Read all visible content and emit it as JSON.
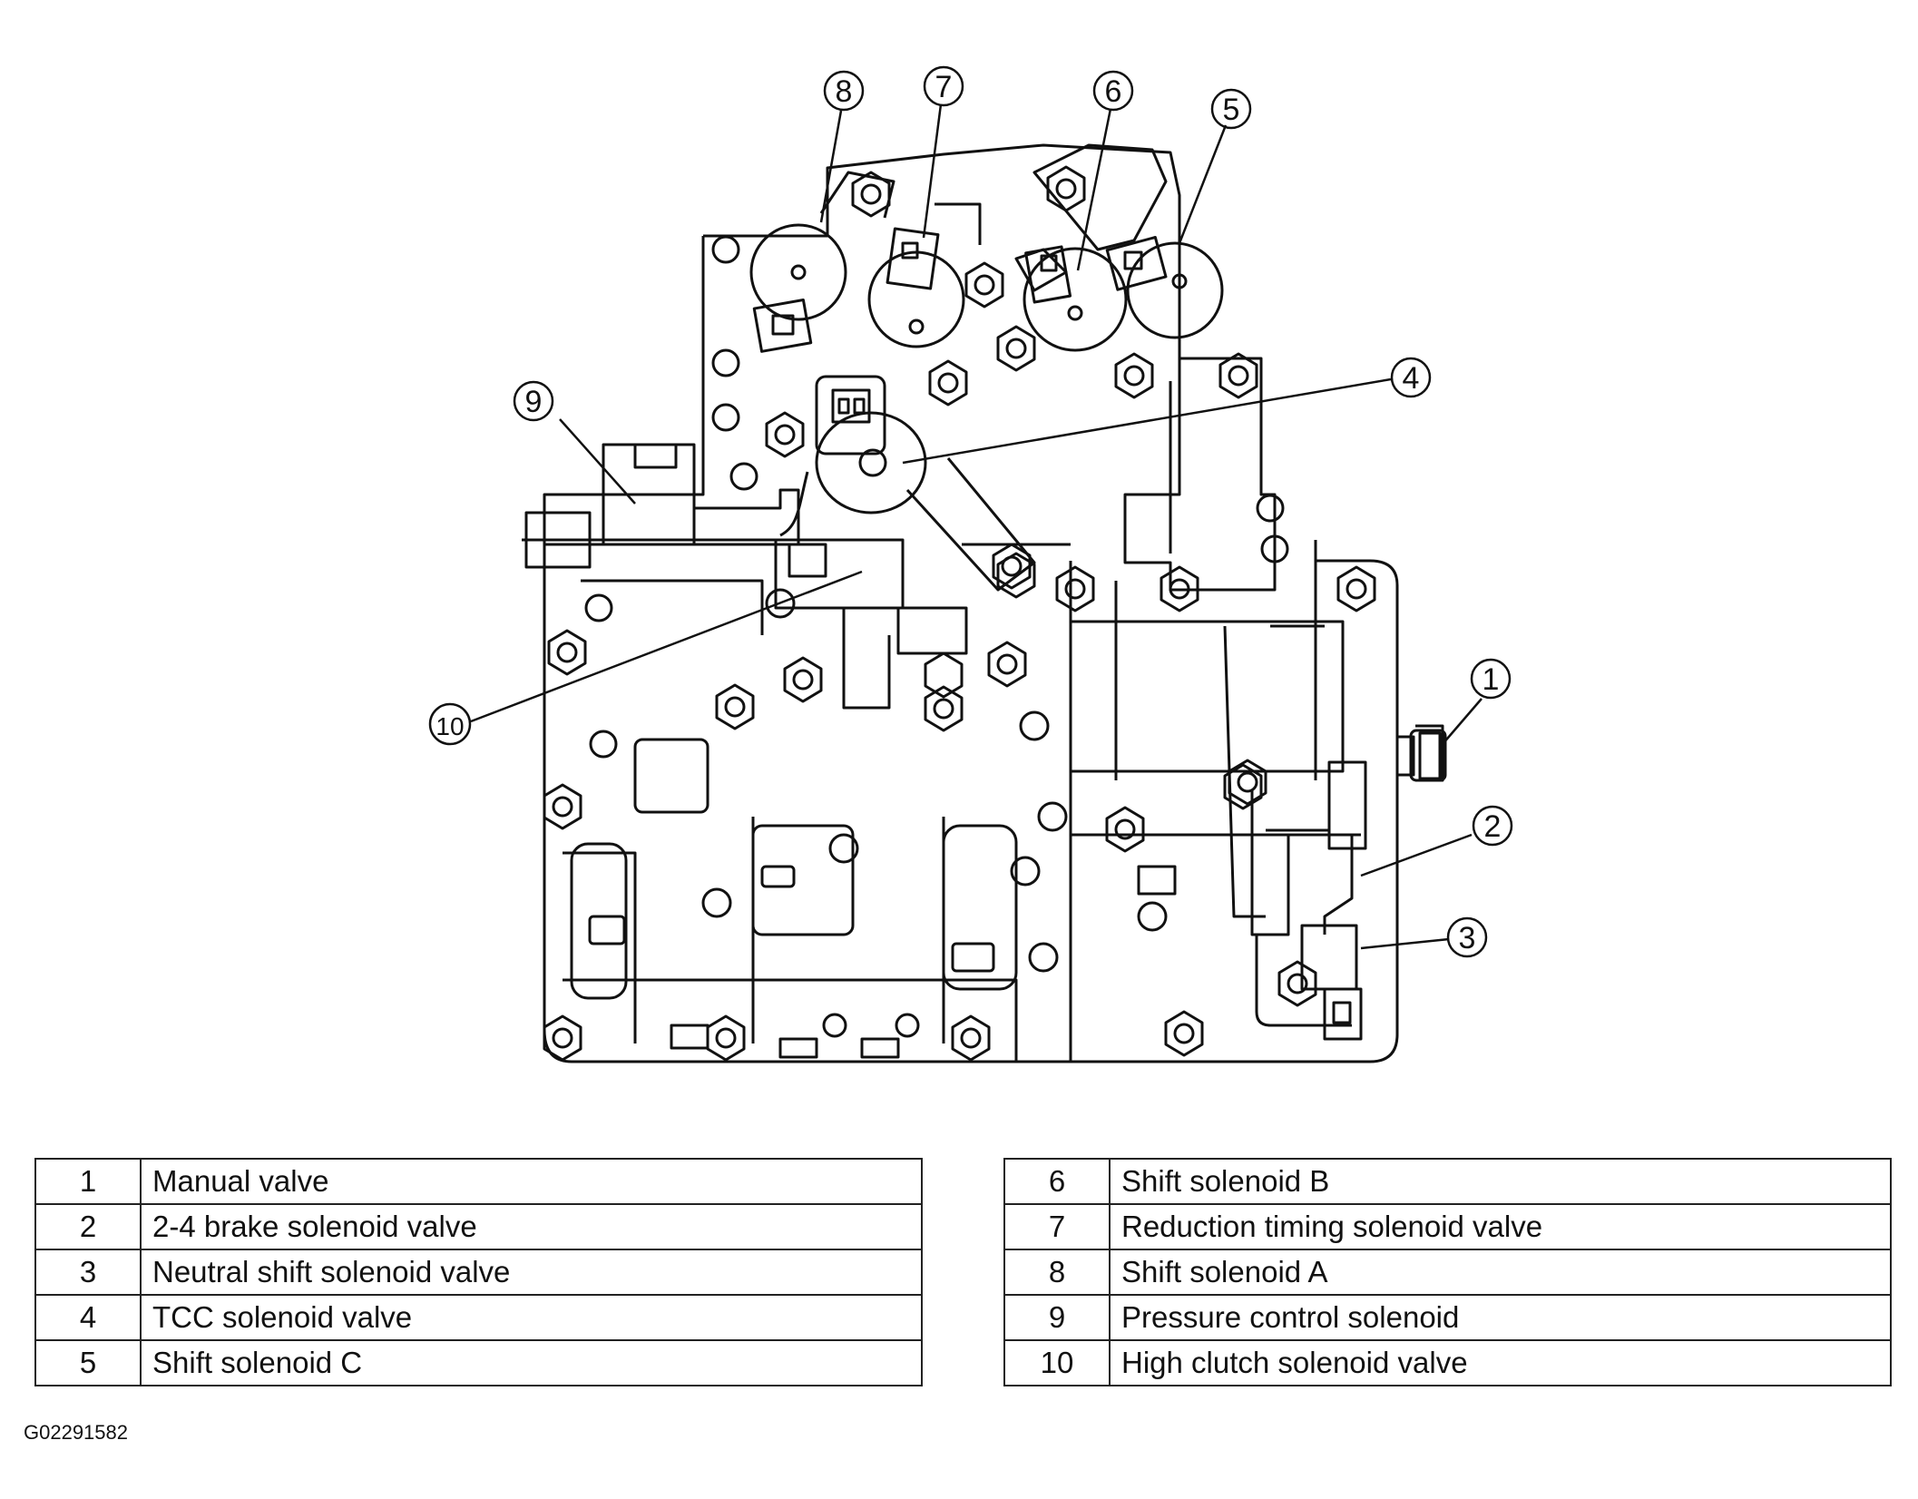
{
  "callouts": [
    "1",
    "2",
    "3",
    "4",
    "5",
    "6",
    "7",
    "8",
    "9",
    "10"
  ],
  "legend_left": [
    {
      "num": "1",
      "label": "Manual valve"
    },
    {
      "num": "2",
      "label": "2-4 brake solenoid valve"
    },
    {
      "num": "3",
      "label": "Neutral shift solenoid valve"
    },
    {
      "num": "4",
      "label": "TCC solenoid valve"
    },
    {
      "num": "5",
      "label": "Shift solenoid C"
    }
  ],
  "legend_right": [
    {
      "num": "6",
      "label": "Shift solenoid B"
    },
    {
      "num": "7",
      "label": "Reduction timing solenoid valve"
    },
    {
      "num": "8",
      "label": "Shift solenoid A"
    },
    {
      "num": "9",
      "label": "Pressure control solenoid"
    },
    {
      "num": "10",
      "label": "High clutch solenoid valve"
    }
  ],
  "figure_code": "G02291582"
}
